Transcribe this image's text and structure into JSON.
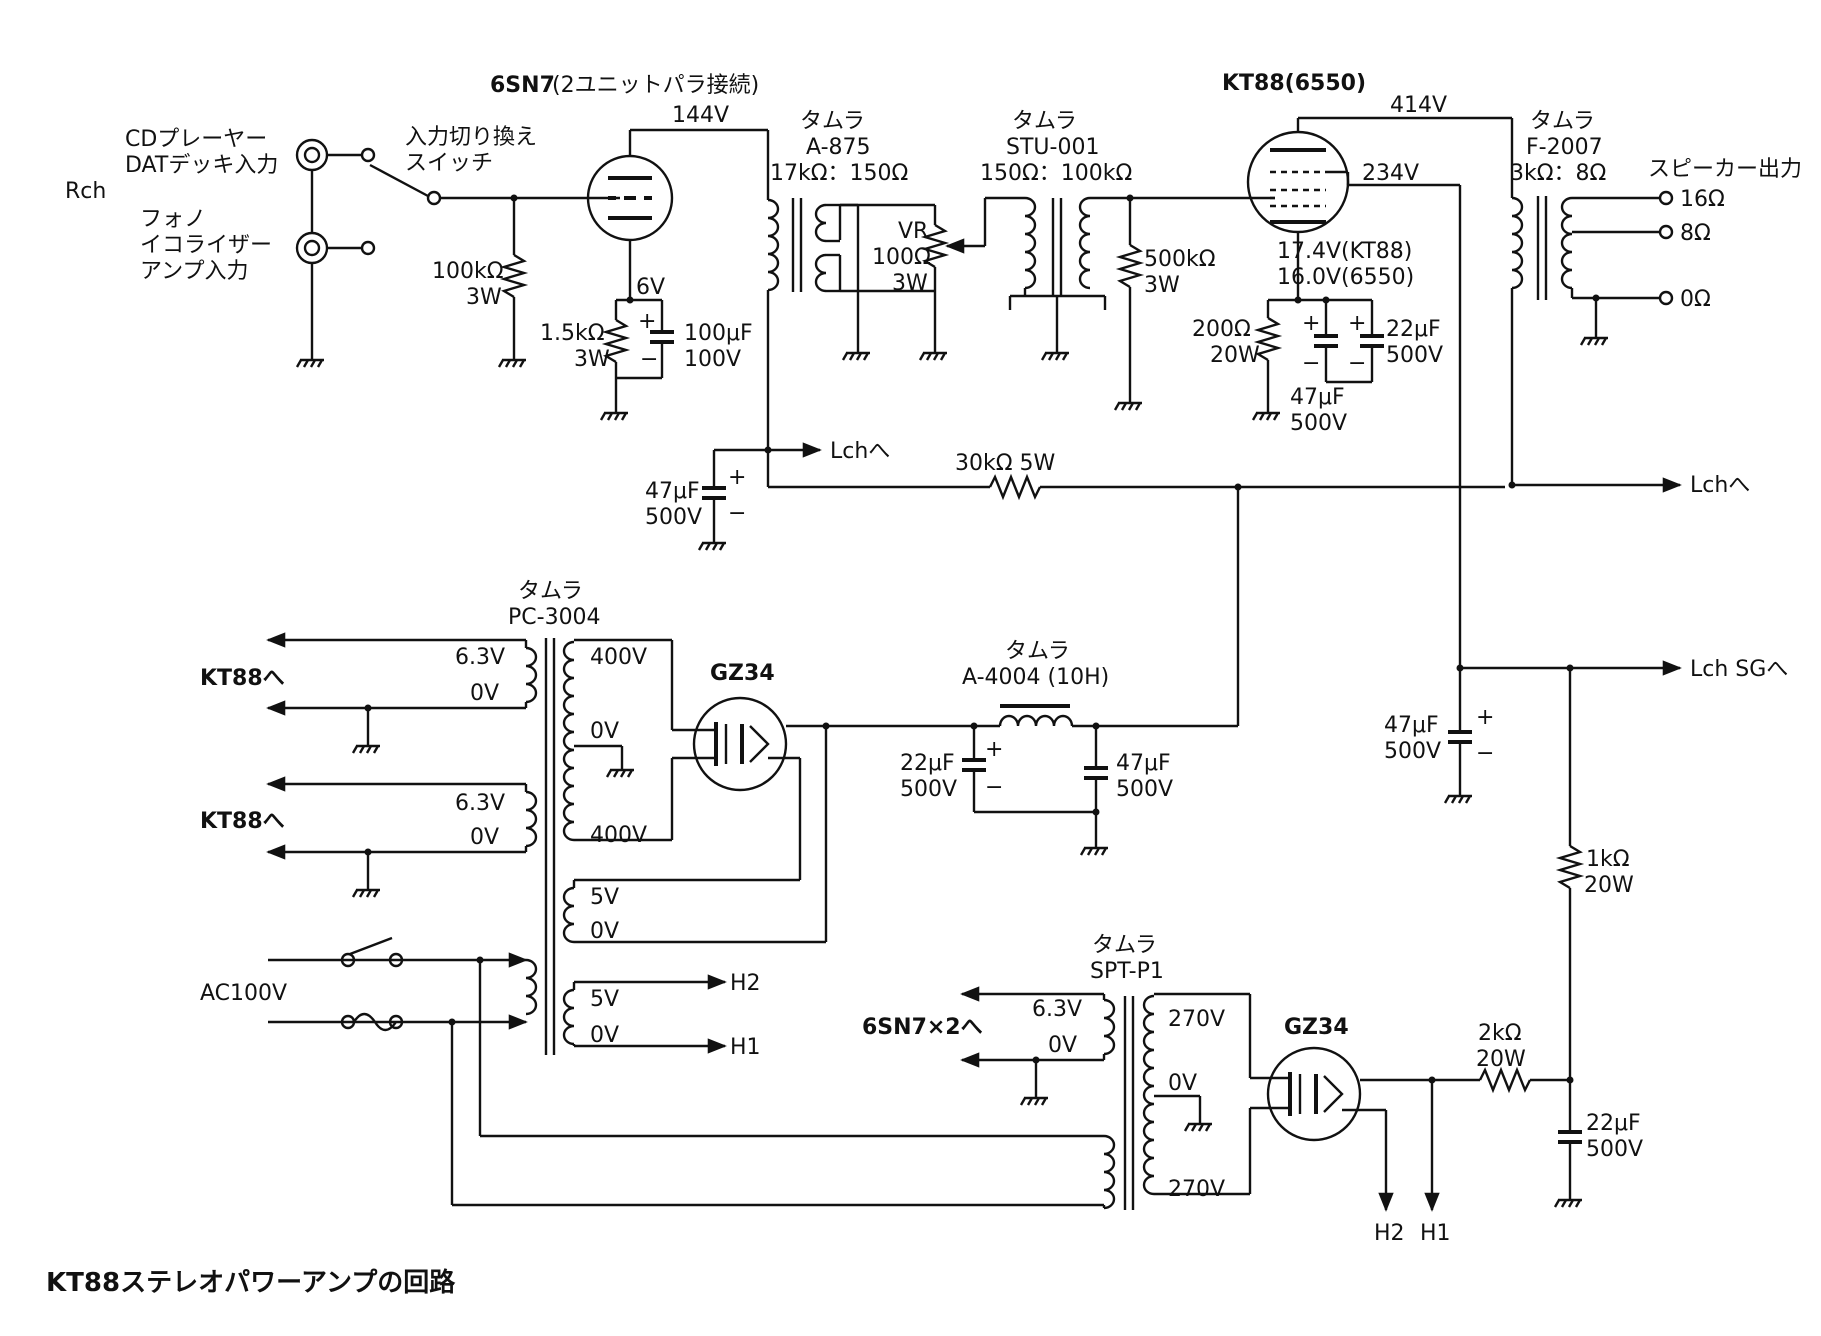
{
  "caption": "KT88ステレオパワーアンプの回路",
  "channel": "Rch",
  "inputs": {
    "cd_dat": [
      "CDプレーヤー",
      "DATデッキ入力"
    ],
    "phono": [
      "フォノ",
      "イコライザー",
      "アンプ入力"
    ],
    "switch": [
      "入力切り換え",
      "スイッチ"
    ]
  },
  "v1": {
    "type": "6SN7",
    "note": "(2ユニットパラ接続)",
    "plate_v": "144V",
    "cathode_v": "6V"
  },
  "r_grid": [
    "100kΩ",
    "3W"
  ],
  "r_cathode": [
    "1.5kΩ",
    "3W"
  ],
  "c_cathode": [
    "100μF",
    "100V"
  ],
  "t_a875": [
    "タムラ",
    "A-875",
    "17kΩ：150Ω"
  ],
  "vr": [
    "VR",
    "100Ω",
    "3W"
  ],
  "t_stu001": [
    "タムラ",
    "STU-001",
    "150Ω：100kΩ"
  ],
  "r_500k": [
    "500kΩ",
    "3W"
  ],
  "v2": {
    "type": "KT88(6550)",
    "plate_v": "414V",
    "sg_v": "234V",
    "cathode_v": [
      "17.4V(KT88)",
      "16.0V(6550)"
    ]
  },
  "r_200": [
    "200Ω",
    "20W"
  ],
  "c_22_kt": [
    "22μF",
    "500V"
  ],
  "c_47_kt": [
    "47μF",
    "500V"
  ],
  "t_f2007": [
    "タムラ",
    "F-2007",
    "3kΩ：8Ω"
  ],
  "speaker": {
    "label": "スピーカー出力",
    "taps": [
      "16Ω",
      "8Ω",
      "0Ω"
    ]
  },
  "lch_arrow": "Lchへ",
  "lch_sg": "Lch SGへ",
  "c_47_dec": [
    "47μF",
    "500V"
  ],
  "r_30k": "30kΩ 5W",
  "psu": {
    "pc3004": [
      "タムラ",
      "PC-3004"
    ],
    "kt88_to": "KT88へ",
    "v63": "6.3V",
    "v0": "0V",
    "v400": "400V",
    "v5": "5V",
    "ac": "AC100V",
    "h1": "H1",
    "h2": "H2",
    "gz34": "GZ34",
    "choke": [
      "タムラ",
      "A-4004 (10H)"
    ],
    "c22": [
      "22μF",
      "500V"
    ],
    "c47": [
      "47μF",
      "500V"
    ],
    "c47_sg": [
      "47μF",
      "500V"
    ],
    "spt": [
      "タムラ",
      "SPT-P1"
    ],
    "sn7_to": "6SN7×2へ",
    "v270": "270V",
    "r2k": [
      "2kΩ",
      "20W"
    ],
    "r1k": [
      "1kΩ",
      "20W"
    ],
    "c22b": [
      "22μF",
      "500V"
    ]
  }
}
